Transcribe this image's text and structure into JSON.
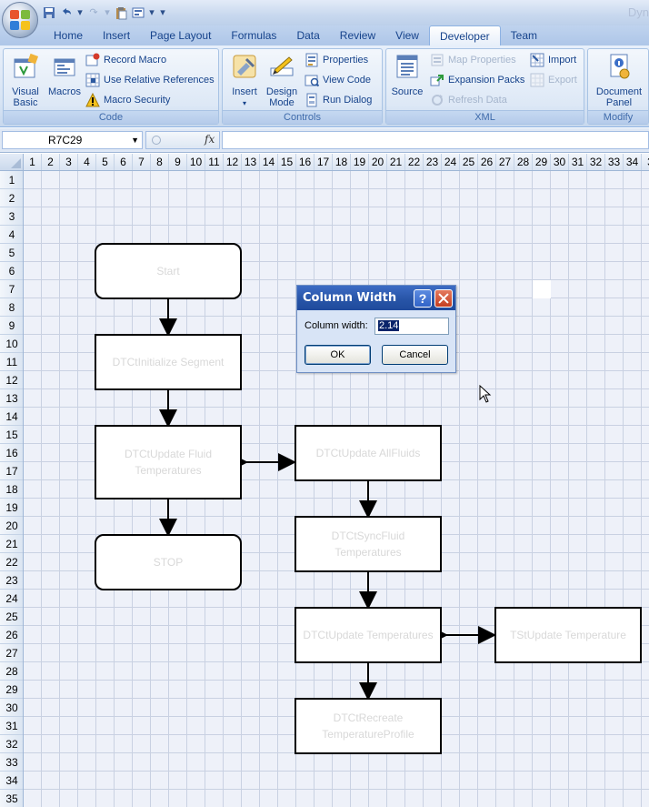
{
  "window": {
    "title": "Dyn"
  },
  "tabs": [
    "Home",
    "Insert",
    "Page Layout",
    "Formulas",
    "Data",
    "Review",
    "View",
    "Developer",
    "Team"
  ],
  "active_tab": "Developer",
  "ribbon": {
    "code": {
      "label": "Code",
      "visual_basic": "Visual Basic",
      "macros": "Macros",
      "record_macro": "Record Macro",
      "use_relative_references": "Use Relative References",
      "macro_security": "Macro Security"
    },
    "controls": {
      "label": "Controls",
      "insert": "Insert",
      "design_mode": "Design Mode",
      "properties": "Properties",
      "view_code": "View Code",
      "run_dialog": "Run Dialog"
    },
    "xml": {
      "label": "XML",
      "source": "Source",
      "map_properties": "Map Properties",
      "expansion_packs": "Expansion Packs",
      "refresh_data": "Refresh Data",
      "import": "Import",
      "export": "Export"
    },
    "modify": {
      "label": "Modify",
      "document_panel": "Document Panel"
    }
  },
  "formula_bar": {
    "name_box": "R7C29",
    "fx": "fx",
    "formula": ""
  },
  "columns": [
    "1",
    "2",
    "3",
    "4",
    "5",
    "6",
    "7",
    "8",
    "9",
    "10",
    "11",
    "12",
    "13",
    "14",
    "15",
    "16",
    "17",
    "18",
    "19",
    "20",
    "21",
    "22",
    "23",
    "24",
    "25",
    "26",
    "27",
    "28",
    "29",
    "30",
    "31",
    "32",
    "33",
    "34",
    "3"
  ],
  "rows": [
    "1",
    "2",
    "3",
    "4",
    "5",
    "6",
    "7",
    "8",
    "9",
    "10",
    "11",
    "12",
    "13",
    "14",
    "15",
    "16",
    "17",
    "18",
    "19",
    "20",
    "21",
    "22",
    "23",
    "24",
    "25",
    "26",
    "27",
    "28",
    "29",
    "30",
    "31",
    "32",
    "33",
    "34",
    "35"
  ],
  "flowchart": {
    "start": "Start",
    "initialize": "DTCtInitialize Segment",
    "update_fluid": "DTCtUpdate Fluid Temperatures",
    "stop": "STOP",
    "update_all": "DTCtUpdate AllFluids",
    "sync_fluid": "DTCtSyncFluid Temperatures",
    "update_temps": "DTCtUpdate Temperatures",
    "ts_update": "TStUpdate Temperature",
    "recreate_profile": "DTCtRecreate TemperatureProfile"
  },
  "dialog": {
    "title": "Column Width",
    "help": "?",
    "label": "Column width:",
    "value": "2.14",
    "ok": "OK",
    "cancel": "Cancel"
  }
}
